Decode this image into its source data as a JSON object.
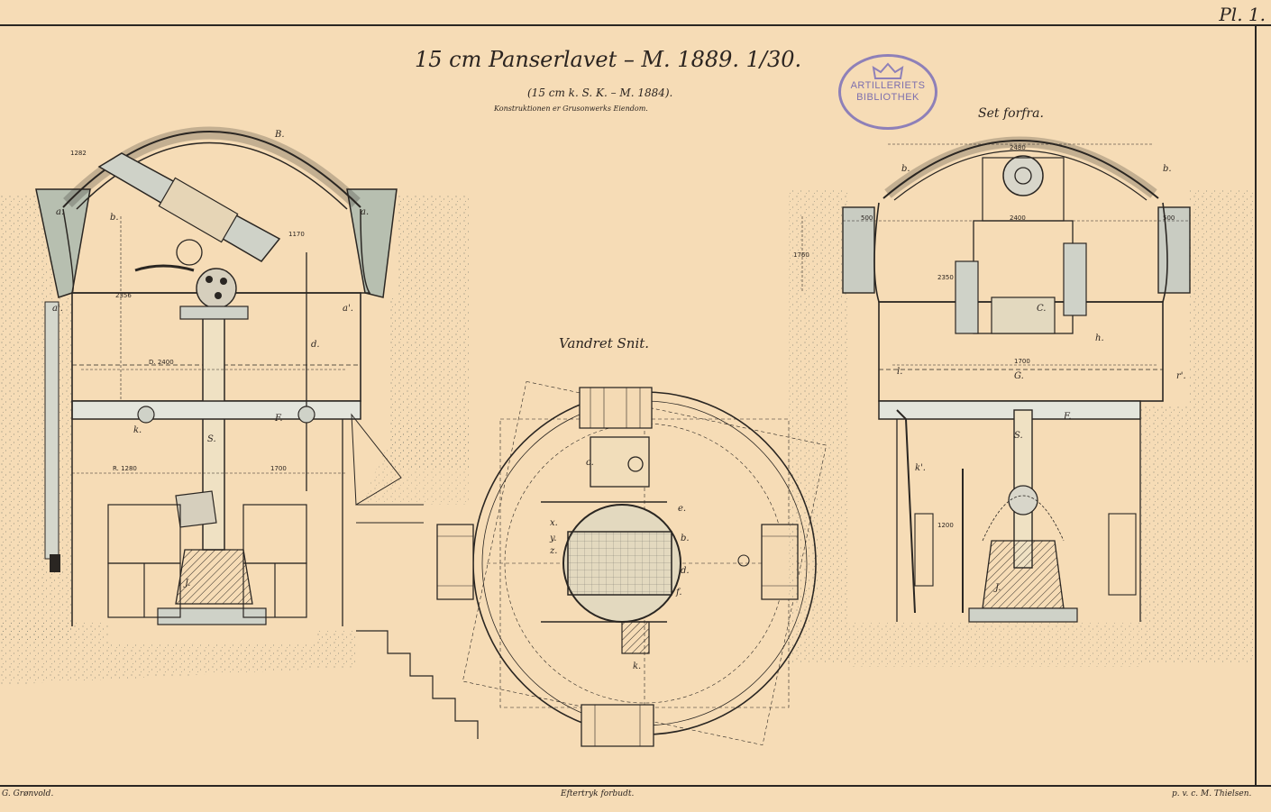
{
  "title": "15 cm Panserlavet – M. 1889. 1/30.",
  "subtitle": "(15 cm k. S. K. – M. 1884).",
  "construction_note": "Konstruktionen er Grusonwerks Eiendom.",
  "plate_number": "Pl. 1.",
  "stamp": {
    "line1": "ARTILLERIETS",
    "line2": "BIBLIOTHEK",
    "color": "#8e80b8"
  },
  "views": {
    "horizontal_section": "Vandret Snit.",
    "front_view": "Set forfra."
  },
  "footer": {
    "left": "G. Grønvold.",
    "center": "Eftertryk forbudt.",
    "right": "p. v. c. M. Thielsen."
  },
  "side_view_labels": {
    "cupola": "B.",
    "wall_a_left": "a.",
    "wall_a_right": "a.",
    "b": "b.",
    "a1_left": "a'.",
    "a1_right": "a'.",
    "f": "F.",
    "k": "k.",
    "d": "d.",
    "post": "S.",
    "base": "J."
  },
  "side_view_dims": {
    "d_2400": "D. 2400",
    "r_1280": "R. 1280",
    "d_1700": "1700",
    "d_1282": "1282",
    "h_2356": "2356",
    "h_1170": "1170"
  },
  "front_view_labels": {
    "b_left": "b.",
    "b_right": "b.",
    "c": "C.",
    "f": "F.",
    "g": "G.",
    "post": "S.",
    "base": "J.",
    "r1": "r'.",
    "k1": "k'.",
    "l": "l.",
    "h": "h."
  },
  "front_view_dims": {
    "w_2480": "2480",
    "w_500_left": "500",
    "w_500_right": "500",
    "w_2400": "2400",
    "w_1700": "1700",
    "h_1760": "1760",
    "h_2350": "2350",
    "h_1200": "1200"
  },
  "plan_labels": {
    "k": "k.",
    "c": "c.",
    "e": "e.",
    "x": "x.",
    "y": "y.",
    "z": "z.",
    "b": "b.",
    "d": "d.",
    "f": "f."
  },
  "colors": {
    "paper": "#f6dcb6",
    "ink": "#2a2622",
    "hatch_light": "#cfd6c9",
    "stamp": "#8e80b8"
  }
}
